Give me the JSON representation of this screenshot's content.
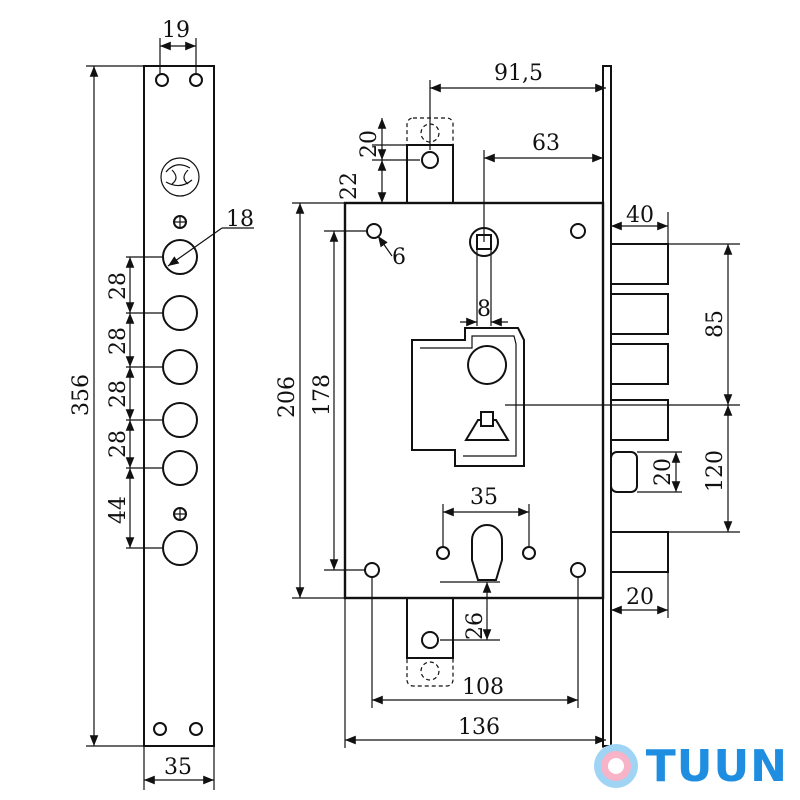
{
  "dimensions": {
    "faceplate_pitch": "19",
    "faceplate_bolt_diameter": "18",
    "faceplate_height": "356",
    "faceplate_width": "35",
    "bolt_spacing_1": "28",
    "bolt_spacing_2": "28",
    "bolt_spacing_3": "28",
    "bolt_spacing_4": "28",
    "bolt_spacing_5": "44",
    "backset_top": "91,5",
    "spindle_backset": "63",
    "bolt_throw": "40",
    "hole_diameter": "6",
    "spindle_square": "8",
    "bolt_span_upper": "85",
    "bolt_span_lower": "120",
    "latch_size": "20",
    "case_height": "206",
    "mount_hole_spacing": "178",
    "tab_upper_a": "22",
    "tab_upper_b": "20",
    "cylinder_spacing": "35",
    "tab_lower": "26",
    "bottom_hole_spacing": "108",
    "case_width": "136",
    "case_offset": "20"
  },
  "logo": {
    "text": "TUUN",
    "color": "#1f8ee0"
  }
}
